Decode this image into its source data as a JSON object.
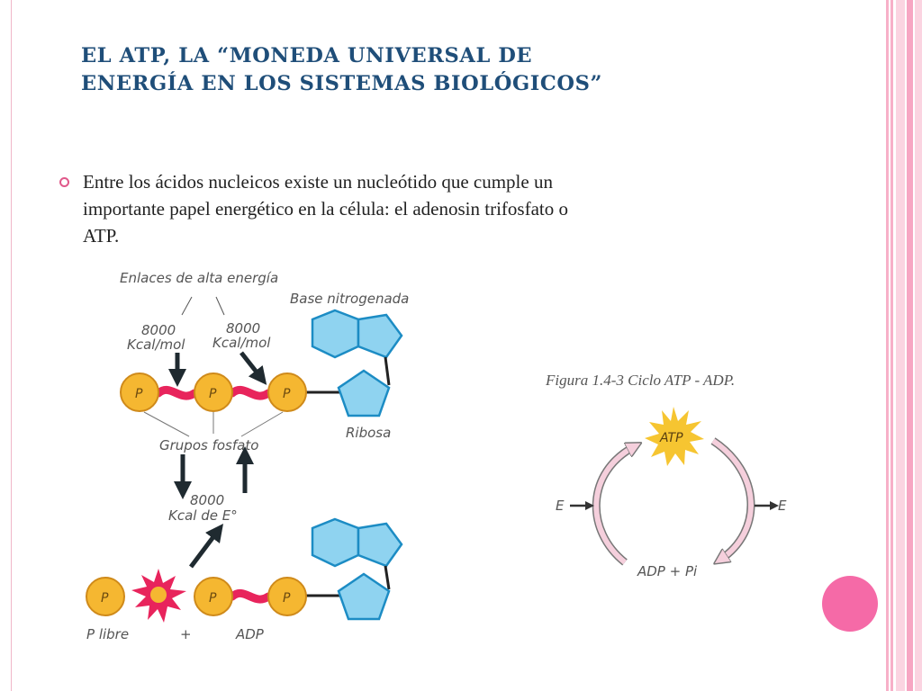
{
  "slide": {
    "title_line1": "EL ATP,  LA “MONEDA UNIVERSAL DE",
    "title_line2": "ENERGÍA EN LOS SISTEMAS BIOLÓGICOS”",
    "bullet_line1": "Entre los ácidos nucleicos existe un nucleótido que cumple un",
    "bullet_line2": "importante papel energético en la célula: el adenosin trifosfato o",
    "bullet_line3": "ATP."
  },
  "atp_diagram": {
    "enlaces_label": "Enlaces de alta energía",
    "base_label": "Base nitrogenada",
    "energy_left_value": "8000",
    "energy_left_unit": "Kcal/mol",
    "energy_right_value": "8000",
    "energy_right_unit": "Kcal/mol",
    "phosphate_letter": "P",
    "ribosa_label": "Ribosa",
    "grupos_label": "Grupos fosfato",
    "kcal_value": "8000",
    "kcal_unit": "Kcal de E°",
    "p_libre_label": "P libre",
    "plus_label": "+",
    "adp_label": "ADP"
  },
  "cycle_figure": {
    "caption": "Figura 1.4-3 Ciclo ATP - ADP.",
    "atp_label": "ATP",
    "e_left": "E",
    "e_right": "E",
    "adp_pi_label": "ADP + Pi"
  },
  "colors": {
    "title": "#1f4e79",
    "bullet_marker": "#e0588a",
    "phosphate_fill": "#f5b731",
    "bond": "#e8245c",
    "base_fill": "#8fd3f0",
    "base_stroke": "#1c8cc4",
    "deco_circle": "#f56aa7"
  }
}
